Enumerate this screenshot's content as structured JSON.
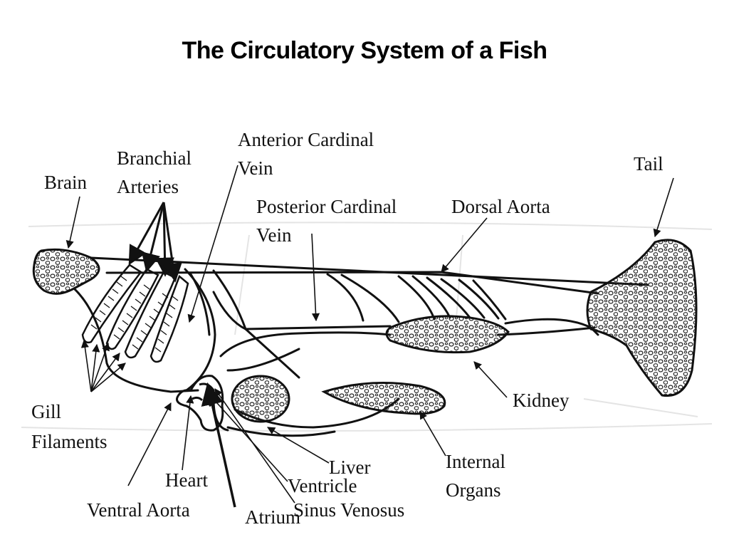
{
  "title": "The Circulatory System of a Fish",
  "labels": {
    "brain": "Brain",
    "branchial_1": "Branchial",
    "branchial_2": "Arteries",
    "anterior_1": "Anterior Cardinal",
    "anterior_2": "Vein",
    "posterior_1": "Posterior Cardinal",
    "posterior_2": "Vein",
    "dorsal_aorta": "Dorsal Aorta",
    "tail": "Tail",
    "kidney": "Kidney",
    "gill_1": "Gill",
    "gill_2": "Filaments",
    "liver": "Liver",
    "internal_1": "Internal",
    "internal_2": "Organs",
    "heart": "Heart",
    "ventricle": "Ventricle",
    "ventral_aorta": "Ventral Aorta",
    "sinus_venosus": "Sinus Venosus",
    "atrium": "Atrium"
  },
  "colors": {
    "ink": "#1a1a1a",
    "background": "#ffffff"
  }
}
